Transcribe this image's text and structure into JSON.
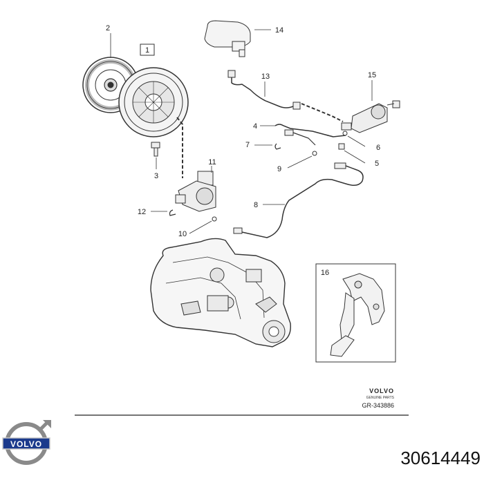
{
  "diagram": {
    "frame_label": "1",
    "parts": [
      {
        "number": "2"
      },
      {
        "number": "3"
      },
      {
        "number": "4"
      },
      {
        "number": "5"
      },
      {
        "number": "6"
      },
      {
        "number": "7"
      },
      {
        "number": "8"
      },
      {
        "number": "9"
      },
      {
        "number": "10"
      },
      {
        "number": "11"
      },
      {
        "number": "12"
      },
      {
        "number": "13"
      },
      {
        "number": "14"
      },
      {
        "number": "15"
      },
      {
        "number": "16"
      }
    ],
    "brand_mark": "VOLVO",
    "brand_sub": "GENUINE PARTS",
    "figure_ref": "GR-343886"
  },
  "footer": {
    "logo_text": "VOLVO",
    "part_number": "30614449"
  },
  "colors": {
    "line": "#333333",
    "logo_blue": "#1b3a8c",
    "logo_ring": "#8a8a8a"
  }
}
